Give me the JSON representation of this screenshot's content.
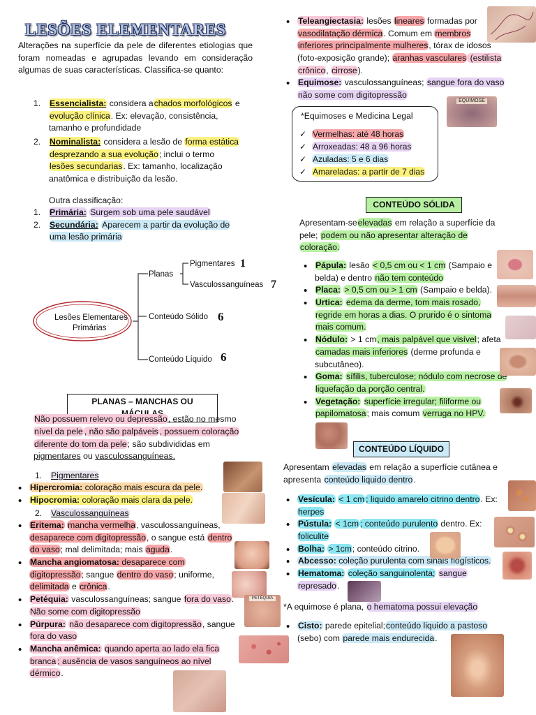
{
  "title": "LESÕES ELEMENTARES",
  "intro": "Alterações na superfície da pele de diferentes etiologias que foram nomeadas e agrupadas levando em consideração algumas de suas características. Classifica-se quanto:",
  "classif": [
    {
      "n": "1.",
      "label": "Essencialista:",
      "l1a": "considera a",
      "l1h": "chados morfológicos",
      "l1b": " e",
      "l2h": "evolução clínica",
      "l2b": ". Ex: elevação, consistência,",
      "l3": "tamanho e profundidade"
    },
    {
      "n": "2.",
      "label": "Nominalista:",
      "l1a": "considera a lesão de",
      "l1h": "forma estática",
      "l2h": "desprezando a sua evolução",
      "l2b": "; inclui o termo",
      "l3h": "lesões secundarias",
      "l3b": ". Ex: tamanho, localização",
      "l4": "anatômica e distribuição da lesão."
    }
  ],
  "outra": "Outra classificação:",
  "outra_items": [
    {
      "n": "1.",
      "label": "Primária:",
      "text": "Surgem sob uma pele saudável"
    },
    {
      "n": "2.",
      "label": "Secundária:",
      "text1": "Aparecem a partir da evolução de",
      "text2": "uma lesão primária"
    }
  ],
  "diagram": {
    "root": "Lesões Elementares",
    "root2": "Primárias",
    "planas": "Planas",
    "pigmentares": "Pigmentares",
    "pig_n": "1",
    "vasculo": "Vasculossanguíneas",
    "vasc_n": "7",
    "solido": "Conteúdo Sólido",
    "sol_n": "6",
    "liquido": "Conteúdo Líquido",
    "liq_n": "6"
  },
  "planas": {
    "heading": "PLANAS – MANCHAS OU MÁCULAS",
    "p1": "Não possuem relevo ou depressão",
    "p2": ", estão no mesmo",
    "p3": "nível da pele",
    "p4": ", não são palpáveis",
    "p5": ", possuem coloração",
    "p6": "diferente do tom da pele",
    "p7": "; são subdivididas em",
    "p8": "pigmentares",
    "p9": " ou ",
    "p10": "vasculossanguíneas.",
    "sub1": "Pigmentares",
    "hiper_label": "Hipercromia:",
    "hiper": "coloração mais escura da pele.",
    "hipo_label": "Hipocromia:",
    "hipo": "coloração mais clara da pele.",
    "sub2": "Vasculossanguíneas",
    "eritema_label": "Eritema:",
    "eritema1": "mancha vermelha",
    "eritema2": ", vasculossanguíneas,",
    "eritema3": "desaparece com digitopressão",
    "eritema4": ", o sangue está",
    "eritema5": "dentro",
    "eritema6": "do vaso",
    "eritema7": "; mal delimitada",
    "eritema8": "; mais",
    "eritema9": "aguda",
    "angio_label": "Mancha angiomatosa:",
    "angio1": "desaparece com",
    "angio2": "digitopressão",
    "angio3": "; sangue",
    "angio4": "dentro do vaso",
    "angio5": "; uniforme,",
    "angio6": "delimitada",
    "angio7": " e ",
    "angio8": "crônica",
    "petequia_label": "Petéquia:",
    "petequia1": "vasculossanguíneas; sangue",
    "petequia2": "fora do vaso",
    "petequia3": "Não some com digitopressão",
    "purpura_label": "Púrpura:",
    "purpura1": "não desaparece com digitopressão",
    "purpura2": ", sangue",
    "purpura3": "fora do vaso",
    "anemica_label": "Mancha anêmica:",
    "anemica1": "quando aperta ao lado ela fica",
    "anemica2": "branca",
    "anemica3": "; ausência de vasos sanguíneos ao nível",
    "anemica4": "dérmico",
    "photo_label": "PETÉQUIA"
  },
  "right": {
    "tele_label": "Teleangiectasia:",
    "tele1": "lesões",
    "tele2": "lineares",
    "tele3": " formadas por",
    "tele4": "vasodilatação dérmica",
    "tele5": ". Comum em",
    "tele6": "membros",
    "tele7": "inferiores principalmente mulheres",
    "tele8": ", tórax de idosos",
    "tele9": "(foto-exposição grande);",
    "tele10": "aranhas vasculares",
    "tele11": " (estilista",
    "tele12": "crônico",
    "tele13": ", ",
    "tele14": "cirrose",
    "tele15": ").",
    "equi_label": "Equimose:",
    "equi1": "vasculossanguíneas;",
    "equi2": "sangue fora do vaso",
    "equi3": "não some com digitopressão",
    "legal_title": "*Equimoses e Medicina Legal",
    "legal": [
      "Vermelhas: até 48 horas",
      "Arroxeadas: 48 a 96 horas",
      "Azuladas: 5 e 6 dias",
      "Amareladas: a partir de 7 dias"
    ],
    "photo_label": "EQUIMOSE",
    "solida_heading": "CONTEÚDO SÓLIDA",
    "sol1": "Apresentam-se",
    "sol2": "elevadas",
    "sol3": " em relação a superfície da",
    "sol4": "pele;",
    "sol5": "podem ou não apresentar alteração de",
    "sol6": "coloração.",
    "papula_label": "Pápula:",
    "papula1": "lesão",
    "papula2": "< 0,5 cm ou < 1 cm",
    "papula3": " (Sampaio e",
    "papula4": "belda) e dentro",
    "papula5": "não tem conteúdo",
    "placa_label": "Placa:",
    "placa1": "> 0,5 cm ou > 1 cm",
    "placa2": " (Sampaio e belda).",
    "urtica_label": "Urtica:",
    "urtica1": "edema da derme, tom mais rosado,",
    "urtica2": "regride em horas a dias. O prurido é o sintoma",
    "urtica3": "mais comum.",
    "nodulo_label": "Nódulo:",
    "nodulo1": "> 1 cm",
    "nodulo2": ", mais palpável que visível",
    "nodulo3": "; afeta",
    "nodulo4": "camadas mais inferiores",
    "nodulo5": " (derme profunda e",
    "nodulo6": "subcutâneo).",
    "goma_label": "Goma:",
    "goma1": "sífilis, tuberculose; nódulo com necrose de",
    "goma2": "liquefação da porção central.",
    "veg_label": "Vegetação:",
    "veg1": "superfície irregular; filiforme ou",
    "veg2": "papilomatosa",
    "veg3": "; mais comum",
    "veg4": "verruga no HPV.",
    "liquido_heading": "CONTEÚDO LÍQUIDO",
    "liq1": "Apresentam",
    "liq2": "elevadas",
    "liq3": " em relação a superfície cutânea e",
    "liq4": "apresenta",
    "liq5": "conteúdo liquido dentro",
    "liq6": ".",
    "vesic_label": "Vesícula:",
    "vesic1": "< 1 cm",
    "vesic2": "; liquido amarelo citrino dentro",
    "vesic3": ". Ex:",
    "vesic4": "herpes",
    "pust_label": "Pústula:",
    "pust1": "< 1cm",
    "pust2": "; conteúdo purulento",
    "pust3": " dentro. Ex:",
    "pust4": "foliculite",
    "bolha_label": "Bolha:",
    "bolha1": "> 1cm",
    "bolha2": "; conteúdo citrino.",
    "abs_label": "Abcesso:",
    "abs1": "coleção purulenta com sinais flogísticos.",
    "hemat_label": "Hematoma:",
    "hemat1": "coleção sanguinolenta;",
    "hemat2": "sangue",
    "hemat3": "represado",
    "hemat4": ".",
    "equi_nota1": "*A equimose é plana,",
    "equi_nota2": "o hematoma possui elevação",
    "cisto_label": "Cisto:",
    "cisto1": "parede epitelial;",
    "cisto2": "conteúdo liquido a pastoso",
    "cisto3": "(sebo) com",
    "cisto4": "parede mais endurecida",
    "cisto5": "."
  }
}
